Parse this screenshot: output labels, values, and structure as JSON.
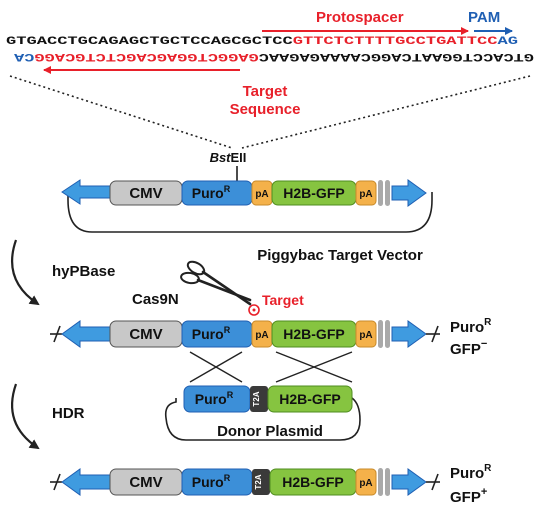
{
  "sequence": {
    "top_prefix": "GTGACCTGCAGAGCTGCTCCAGCGCTCC",
    "top_target": "GTTCTCTTTTGCCTGATTCC",
    "top_pam": "AG",
    "bottom_rev_red": "GAGGCTGGAGCAGCTCTGCAGG",
    "bottom_rev_blue": "CA",
    "bottom_rev_black": "GTCACCTGGAATCAGGCAAAAGAGAAC",
    "protospacer_label": "Protospacer",
    "pam_label": "PAM",
    "target_seq_line1": "Target",
    "target_seq_line2": "Sequence"
  },
  "site_label": "BstEII",
  "elements": {
    "cmv": "CMV",
    "puro": "Puro",
    "puro_sup": "R",
    "pa": "pA",
    "h2b": "H2B-GFP",
    "t2a": "T2A"
  },
  "target_vector_label": "Piggybac Target Vector",
  "steps": {
    "hypbase": "hyPBase",
    "cas9n": "Cas9N",
    "target": "Target",
    "hdr": "HDR"
  },
  "donor_label": "Donor Plasmid",
  "phenotypes": {
    "row2_line1": "Puro",
    "row2_line1_sup": "R",
    "row2_line2": "GFP",
    "row2_line2_sup": "−",
    "row4_line1": "Puro",
    "row4_line1_sup": "R",
    "row4_line2": "GFP",
    "row4_line2_sup": "+"
  },
  "colors": {
    "red": "#e8202a",
    "blue": "#1f5fb3",
    "arrow_blue": "#3f9be0",
    "cmv_gray": "#c8c8c8",
    "puro_blue": "#3c8fd8",
    "pa_orange": "#f4b14a",
    "gfp_green": "#86c440",
    "t2a_dark": "#3a3a3a",
    "itr_gray": "#a9a9a9"
  }
}
